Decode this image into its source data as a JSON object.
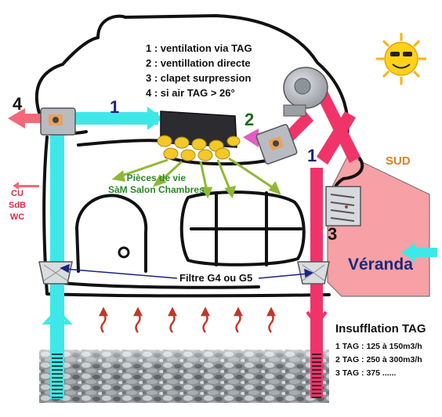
{
  "legend": {
    "line1": "1 : ventilation via TAG",
    "line2": "2 : ventillation directe",
    "line3": "3 : clapet surpression",
    "line4": "4 : si air TAG > 26°"
  },
  "markers": {
    "n1_top": "1",
    "n2": "2",
    "n1_right": "1",
    "n3": "3",
    "n4": "4"
  },
  "rooms": {
    "line1": "Pièces de vie",
    "line2": "SàM Salon Chambres"
  },
  "exhaust": {
    "line1": "CU",
    "line2": "SdB",
    "line3": "WC"
  },
  "filter_label": "Filtre G4 ou G5",
  "sud_label": "SUD",
  "veranda_label": "Véranda",
  "insufflation": {
    "title": "Insufflation TAG",
    "rows": [
      "1 TAG : 125 à 150m3/h",
      "2 TAG : 250 à 300m3/h",
      "3 TAG : 375 ......"
    ]
  },
  "colors": {
    "cyan_duct": "#3fe8e8",
    "pink_duct": "#f0346a",
    "veranda_fill": "#f7a0a6",
    "rooms_green": "#2a8a2a",
    "exhaust_red": "#e0284a",
    "sun_yellow": "#ffd21a",
    "heat_red": "#c0392b"
  },
  "icons": [
    "sun-icon",
    "fan-icon",
    "distribution-box-icon",
    "valve-icon",
    "filter-icon",
    "heat-wave-icon",
    "pebble-ground"
  ]
}
